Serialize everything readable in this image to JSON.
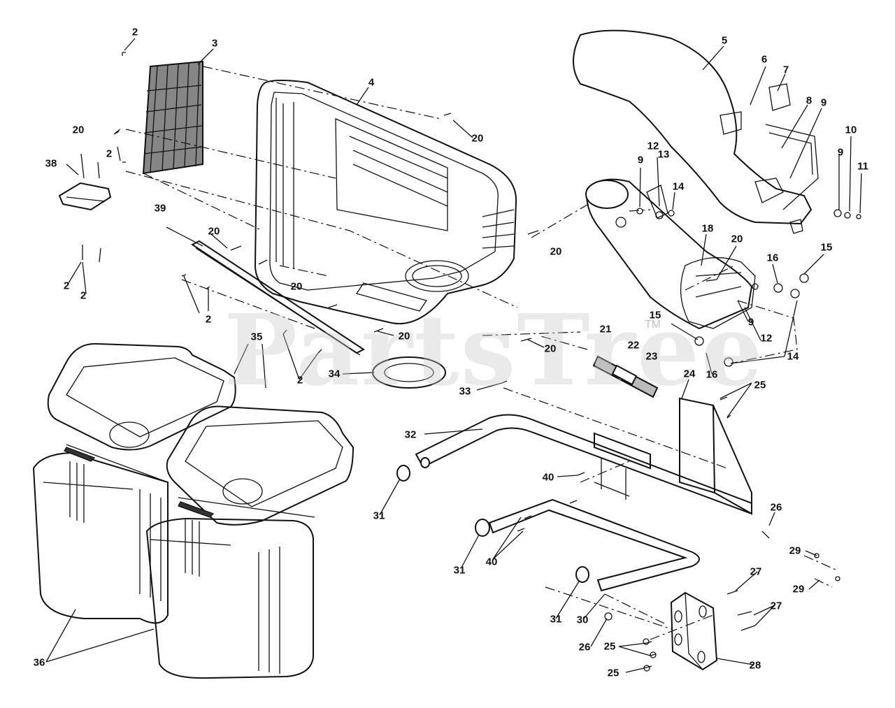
{
  "watermark": {
    "text": "PartsTree",
    "trademark": "TM"
  },
  "callouts": [
    {
      "id": "c-2a",
      "text": "2"
    },
    {
      "id": "c-3",
      "text": "3"
    },
    {
      "id": "c-4",
      "text": "4"
    },
    {
      "id": "c-5",
      "text": "5"
    },
    {
      "id": "c-6",
      "text": "6"
    },
    {
      "id": "c-7",
      "text": "7"
    },
    {
      "id": "c-8",
      "text": "8"
    },
    {
      "id": "c-9a",
      "text": "9"
    },
    {
      "id": "c-10",
      "text": "10"
    },
    {
      "id": "c-9b",
      "text": "9"
    },
    {
      "id": "c-11",
      "text": "11"
    },
    {
      "id": "c-20a",
      "text": "20"
    },
    {
      "id": "c-2b",
      "text": "2"
    },
    {
      "id": "c-20b",
      "text": "20"
    },
    {
      "id": "c-38",
      "text": "38"
    },
    {
      "id": "c-12a",
      "text": "12"
    },
    {
      "id": "c-13",
      "text": "13"
    },
    {
      "id": "c-9c",
      "text": "9"
    },
    {
      "id": "c-14a",
      "text": "14"
    },
    {
      "id": "c-39",
      "text": "39"
    },
    {
      "id": "c-20c",
      "text": "20"
    },
    {
      "id": "c-18",
      "text": "18"
    },
    {
      "id": "c-20d",
      "text": "20"
    },
    {
      "id": "c-20e",
      "text": "20"
    },
    {
      "id": "c-16a",
      "text": "16"
    },
    {
      "id": "c-15a",
      "text": "15"
    },
    {
      "id": "c-2c",
      "text": "2"
    },
    {
      "id": "c-2d",
      "text": "2"
    },
    {
      "id": "c-20f",
      "text": "20"
    },
    {
      "id": "c-2e",
      "text": "2"
    },
    {
      "id": "c-15b",
      "text": "15"
    },
    {
      "id": "c-9d",
      "text": "9"
    },
    {
      "id": "c-35",
      "text": "35"
    },
    {
      "id": "c-20g",
      "text": "20"
    },
    {
      "id": "c-21",
      "text": "21"
    },
    {
      "id": "c-12b",
      "text": "12"
    },
    {
      "id": "c-20h",
      "text": "20"
    },
    {
      "id": "c-22",
      "text": "22"
    },
    {
      "id": "c-14b",
      "text": "14"
    },
    {
      "id": "c-23",
      "text": "23"
    },
    {
      "id": "c-2f",
      "text": "2"
    },
    {
      "id": "c-34",
      "text": "34"
    },
    {
      "id": "c-16b",
      "text": "16"
    },
    {
      "id": "c-24",
      "text": "24"
    },
    {
      "id": "c-25a",
      "text": "25"
    },
    {
      "id": "c-33",
      "text": "33"
    },
    {
      "id": "c-32",
      "text": "32"
    },
    {
      "id": "c-40a",
      "text": "40"
    },
    {
      "id": "c-26a",
      "text": "26"
    },
    {
      "id": "c-31a",
      "text": "31"
    },
    {
      "id": "c-29a",
      "text": "29"
    },
    {
      "id": "c-31b",
      "text": "31"
    },
    {
      "id": "c-40b",
      "text": "40"
    },
    {
      "id": "c-27a",
      "text": "27"
    },
    {
      "id": "c-29b",
      "text": "29"
    },
    {
      "id": "c-27b",
      "text": "27"
    },
    {
      "id": "c-31c",
      "text": "31"
    },
    {
      "id": "c-30",
      "text": "30"
    },
    {
      "id": "c-26b",
      "text": "26"
    },
    {
      "id": "c-25b",
      "text": "25"
    },
    {
      "id": "c-28",
      "text": "28"
    },
    {
      "id": "c-36",
      "text": "36"
    },
    {
      "id": "c-25c",
      "text": "25"
    }
  ]
}
